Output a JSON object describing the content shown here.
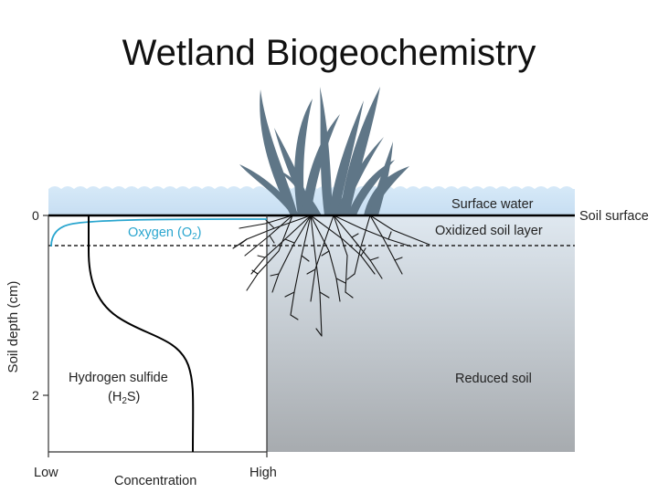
{
  "slide": {
    "title": "Wetland Biogeochemistry"
  },
  "diagram": {
    "surface_water_label": "Surface water",
    "soil_surface_label": "Soil surface",
    "oxidized_layer_label": "Oxidized soil layer",
    "reduced_soil_label": "Reduced soil",
    "oxygen_label": "Oxygen (O",
    "oxygen_sub": "2",
    "oxygen_close": ")",
    "h2s_label_line1": "Hydrogen sulfide",
    "h2s_label_line2_a": "(H",
    "h2s_label_line2_sub": "2",
    "h2s_label_line2_b": "S)",
    "y_axis_label": "Soil depth (cm)",
    "y_tick_0": "0",
    "y_tick_2": "2",
    "x_axis_label": "Concentration",
    "x_tick_low": "Low",
    "x_tick_high": "High",
    "colors": {
      "water": "#cfe4f6",
      "oxygen_curve": "#2aa6cf",
      "reduced_soil_top": "#dbe5ee",
      "reduced_soil_bottom": "#a9adb1",
      "plant": "#5f7687",
      "roots": "#151515"
    }
  }
}
